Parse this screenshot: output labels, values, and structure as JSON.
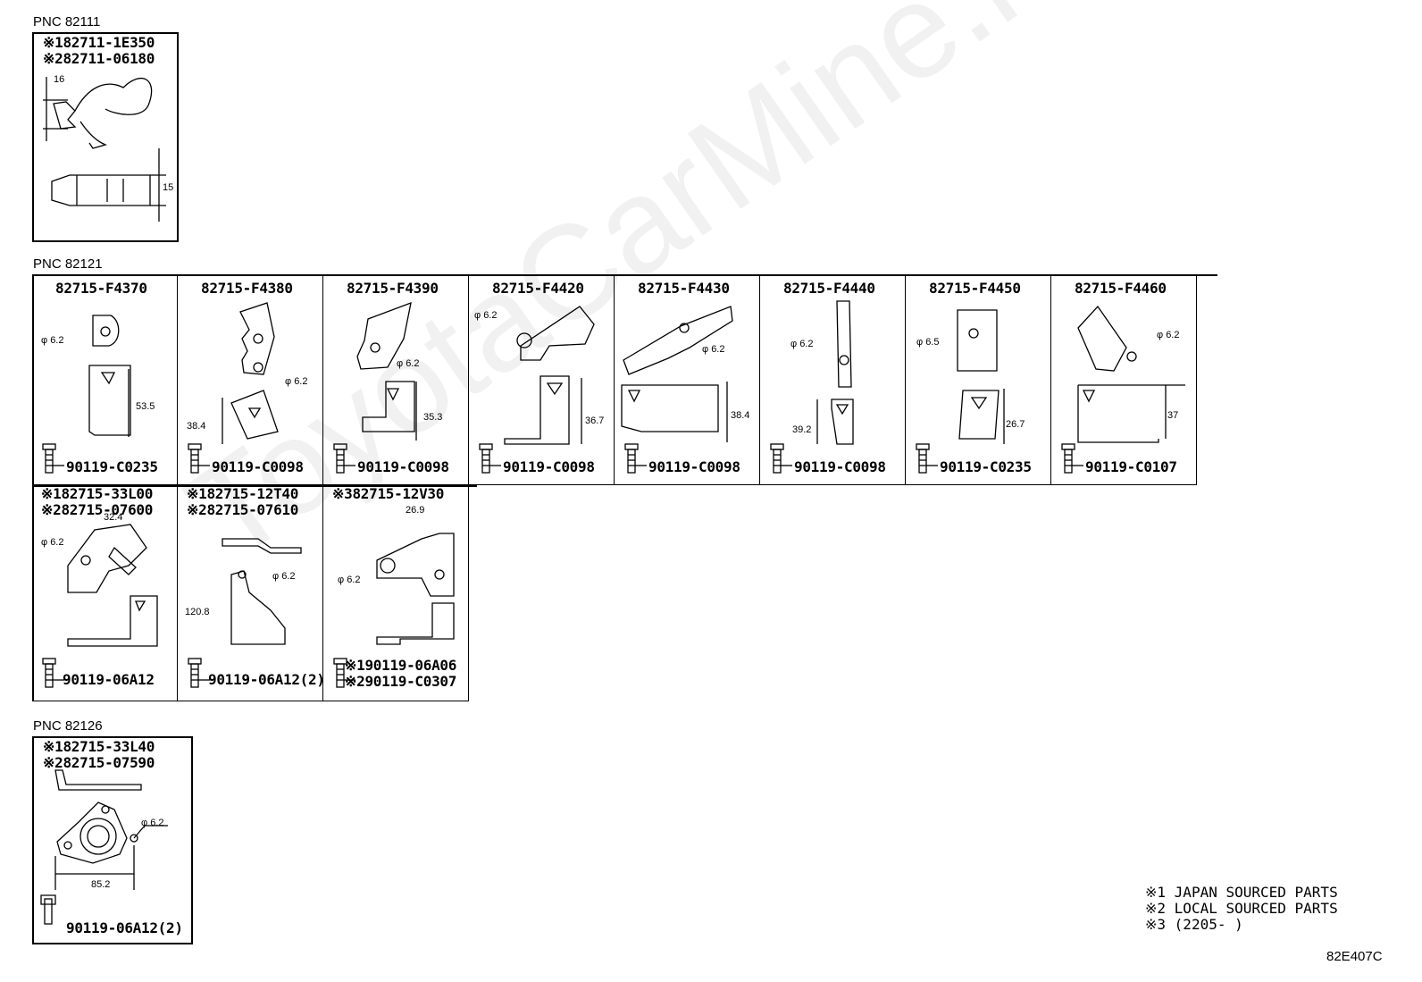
{
  "watermark": "ToyotaCarMine.ru",
  "groups": {
    "g1": {
      "pnc": "PNC 82111",
      "parts": [
        "※182711-1E350",
        "※282711-06180"
      ],
      "dims": [
        "16",
        "15"
      ]
    },
    "g2": {
      "pnc": "PNC 82121",
      "cells": [
        {
          "part": "82715-F4370",
          "bolt": "90119-C0235",
          "phi": "φ 6.2",
          "dim": "53.5"
        },
        {
          "part": "82715-F4380",
          "bolt": "90119-C0098",
          "phi": "φ 6.2",
          "dim": "38.4"
        },
        {
          "part": "82715-F4390",
          "bolt": "90119-C0098",
          "phi": "φ 6.2",
          "dim": "35.3"
        },
        {
          "part": "82715-F4420",
          "bolt": "90119-C0098",
          "phi": "φ 6.2",
          "dim": "36.7"
        },
        {
          "part": "82715-F4430",
          "bolt": "90119-C0098",
          "phi": "φ 6.2",
          "dim": "38.4"
        },
        {
          "part": "82715-F4440",
          "bolt": "90119-C0098",
          "phi": "φ 6.2",
          "dim": "39.2"
        },
        {
          "part": "82715-F4450",
          "bolt": "90119-C0235",
          "phi": "φ 6.5",
          "dim": "26.7"
        },
        {
          "part": "82715-F4460",
          "bolt": "90119-C0107",
          "phi": "φ 6.2",
          "dim": "37"
        }
      ],
      "row2": [
        {
          "parts": [
            "※182715-33L00",
            "※282715-07600"
          ],
          "bolt": "90119-06A12",
          "phi": "φ 6.2",
          "dim": "32.4"
        },
        {
          "parts": [
            "※182715-12T40",
            "※282715-07610"
          ],
          "bolt": "90119-06A12(2)",
          "phi": "φ 6.2",
          "dim": "120.8"
        },
        {
          "parts": [
            "※382715-12V30"
          ],
          "bolts": [
            "※190119-06A06",
            "※290119-C0307"
          ],
          "phi": "φ 6.2",
          "dim": "26.9"
        }
      ]
    },
    "g3": {
      "pnc": "PNC 82126",
      "parts": [
        "※182715-33L40",
        "※282715-07590"
      ],
      "bolt": "90119-06A12(2)",
      "phi": "φ 6.2",
      "dim": "85.2"
    }
  },
  "notes": [
    "※1 JAPAN SOURCED PARTS",
    "※2 LOCAL SOURCED PARTS",
    "※3 (2205-      )"
  ],
  "diagram_code": "82E407C"
}
